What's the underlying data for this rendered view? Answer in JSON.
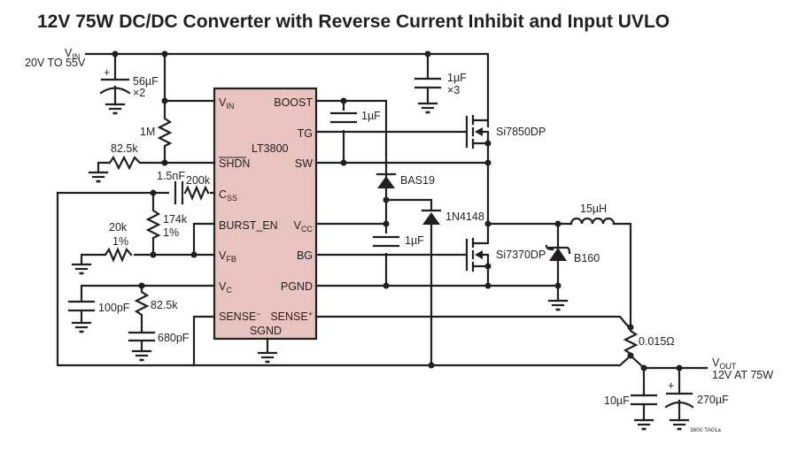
{
  "title": "12V 75W DC/DC Converter with Reverse Current Inhibit and Input UVLO",
  "colors": {
    "ic_fill": "#e8c3bf",
    "line": "#231f20",
    "background": "#ffffff"
  },
  "input": {
    "name": "V",
    "sub": "IN",
    "range": "20V TO 55V"
  },
  "output": {
    "name": "V",
    "sub": "OUT",
    "rating": "12V AT 75W"
  },
  "ic": {
    "part": "LT3800",
    "pins_left": [
      {
        "main": "V",
        "sub": "IN"
      },
      {
        "main": "SHDN",
        "sub": "",
        "overbar": true
      },
      {
        "main": "C",
        "sub": "SS"
      },
      {
        "main": "BURST_EN",
        "sub": ""
      },
      {
        "main": "V",
        "sub": "FB"
      },
      {
        "main": "V",
        "sub": "C"
      },
      {
        "main": "SENSE",
        "sup": "−"
      }
    ],
    "pins_right": [
      {
        "main": "BOOST",
        "sub": ""
      },
      {
        "main": "TG",
        "sub": ""
      },
      {
        "main": "SW",
        "sub": ""
      },
      {
        "main": "V",
        "sub": "CC"
      },
      {
        "main": "BG",
        "sub": ""
      },
      {
        "main": "PGND",
        "sub": ""
      },
      {
        "main": "SENSE",
        "sup": "+"
      }
    ],
    "pin_bottom": "SGND"
  },
  "components": {
    "c_in": {
      "value": "56µF",
      "mult": "×2",
      "polarity": "+"
    },
    "r_uvlo_top": {
      "value": "1M"
    },
    "r_uvlo_bot": {
      "value": "82.5k"
    },
    "c_ss": {
      "value": "1.5nF"
    },
    "r_ss": {
      "value": "200k"
    },
    "r_fb_top": {
      "value": "174k",
      "tol": "1%"
    },
    "r_fb_bot": {
      "value": "20k",
      "tol": "1%"
    },
    "c_c1": {
      "value": "100pF"
    },
    "r_c": {
      "value": "82.5k"
    },
    "c_c2": {
      "value": "680pF"
    },
    "c_boost": {
      "value": "1µF"
    },
    "c_bypass": {
      "value": "1µF",
      "mult": "×3"
    },
    "q_top": {
      "part": "Si7850DP"
    },
    "d_boost": {
      "part": "BAS19"
    },
    "d_vcc": {
      "part": "1N4148"
    },
    "c_vcc": {
      "value": "1µF"
    },
    "q_bot": {
      "part": "Si7370DP"
    },
    "d_schottky": {
      "part": "B160"
    },
    "inductor": {
      "value": "15µH"
    },
    "r_sense": {
      "value": "0.015Ω"
    },
    "c_out1": {
      "value": "10µF"
    },
    "c_out2": {
      "value": "270µF",
      "polarity": "+"
    }
  },
  "figure_id": "3800 TA01a"
}
